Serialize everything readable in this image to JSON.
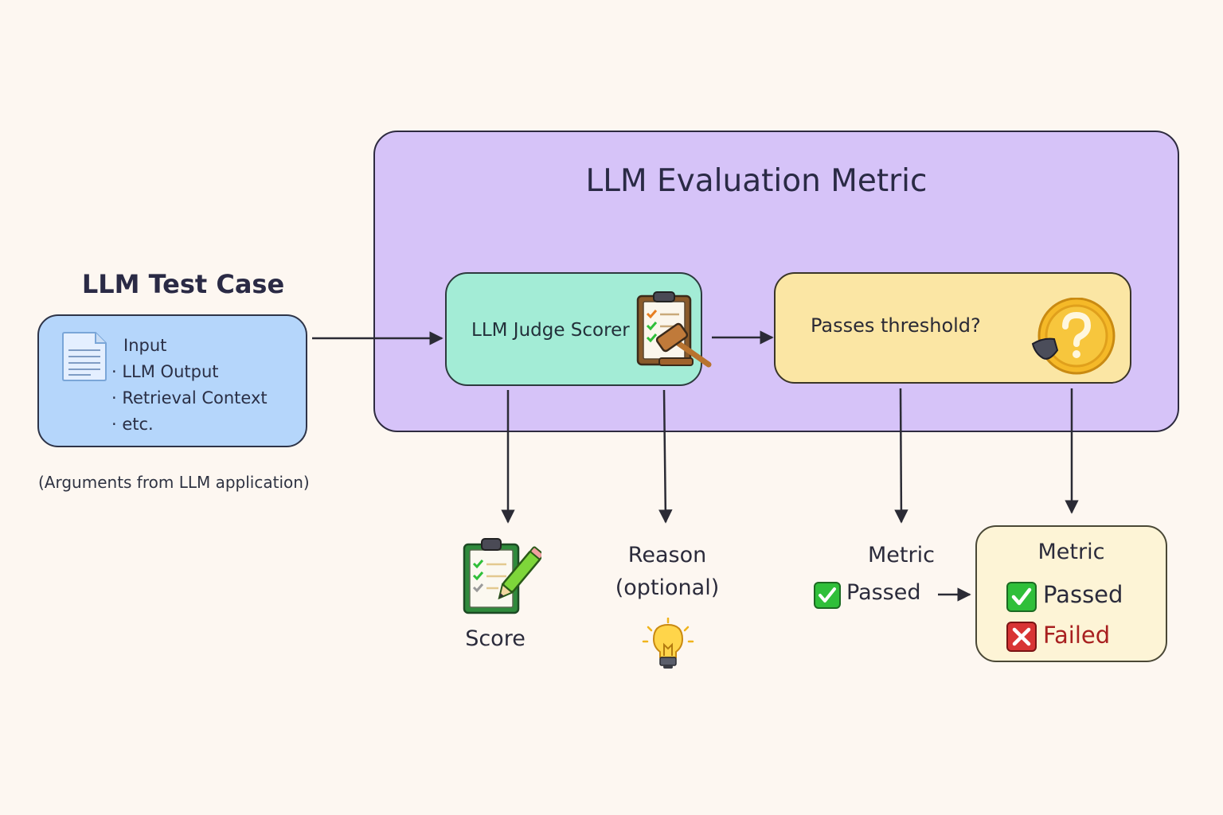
{
  "metric": {
    "title": "LLM Evaluation Metric"
  },
  "test_case": {
    "title": "LLM Test Case",
    "lines": [
      "Input",
      "· LLM Output",
      "· Retrieval Context",
      "· etc."
    ],
    "caption": "(Arguments from LLM application)",
    "icon": "document-icon"
  },
  "judge": {
    "label": "LLM Judge Scorer",
    "icon": "clipboard-gavel-icon"
  },
  "threshold": {
    "label": "Passes threshold?",
    "icon": "question-coin-icon"
  },
  "outputs": {
    "score": {
      "label": "Score",
      "icon": "clipboard-pencil-icon"
    },
    "reason": {
      "line1": "Reason",
      "line2": "(optional)",
      "icon": "lightbulb-icon"
    },
    "metric_passed": {
      "label": "Metric",
      "status": "Passed",
      "icon": "check-box-icon"
    }
  },
  "result": {
    "title": "Metric",
    "passed": "Passed",
    "failed": "Failed"
  },
  "colors": {
    "background": "#fdf7f1",
    "metric_box": "#d6c3f8",
    "test_case_box": "#b5d6fb",
    "judge_box": "#a3ecd6",
    "threshold_box": "#fbe6a4",
    "result_box": "#fdf4d6",
    "pass_green": "#2fbf3a",
    "fail_red": "#d83434"
  }
}
